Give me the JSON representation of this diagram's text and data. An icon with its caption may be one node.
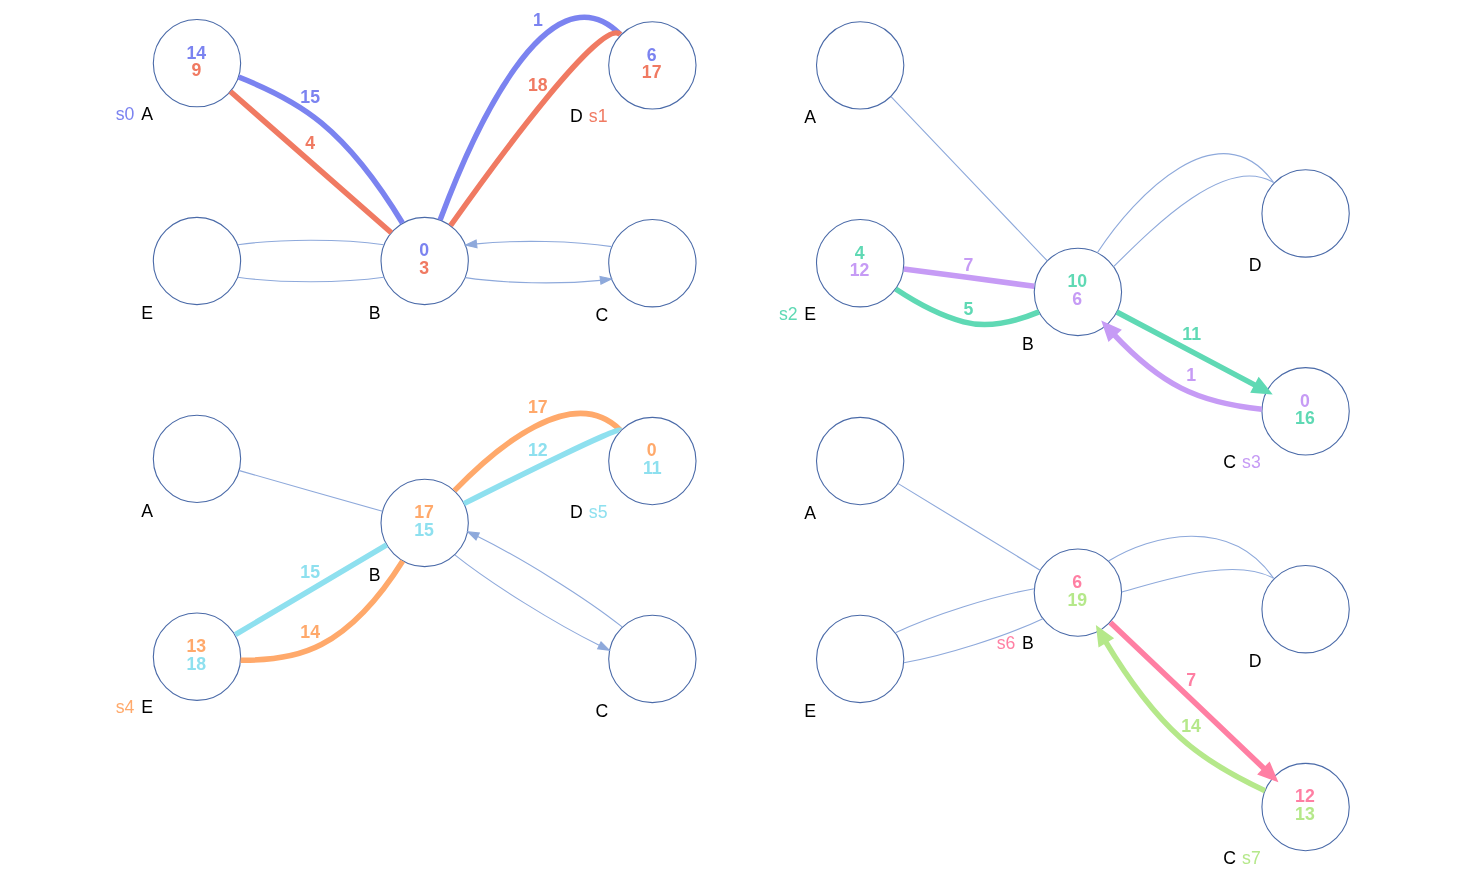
{
  "diagram": {
    "nodes": [
      {
        "text": [
          "14",
          "9"
        ],
        "beside": [
          "s0",
          "A"
        ]
      },
      {
        "text": [
          "0",
          "3"
        ],
        "beside": [
          "B"
        ]
      },
      {
        "text": [
          "6",
          "17"
        ],
        "beside": [
          "D",
          "s1"
        ]
      },
      {
        "text": [],
        "shape": "circle",
        "beside": [
          "E"
        ]
      },
      {
        "text": [],
        "shape": "circle",
        "beside": [
          "C"
        ]
      },
      {
        "text": [],
        "shape": "circle",
        "beside": [
          "A"
        ]
      },
      {
        "text": [
          "10",
          "6"
        ],
        "beside": [
          "B"
        ]
      },
      {
        "text": [],
        "shape": "circle",
        "beside": [
          "D"
        ]
      },
      {
        "text": [
          "4",
          "12"
        ],
        "beside": [
          "s2",
          "E"
        ]
      },
      {
        "text": [
          "0",
          "16"
        ],
        "beside": [
          "C",
          "s3"
        ]
      },
      {
        "text": [],
        "shape": "circle",
        "beside": [
          "A"
        ]
      },
      {
        "text": [
          "17",
          "15"
        ],
        "beside": [
          "B"
        ]
      },
      {
        "text": [
          "0",
          "11"
        ],
        "beside": [
          "D",
          "s5"
        ]
      },
      {
        "text": [
          "13",
          "18"
        ],
        "beside": [
          "s4",
          "E"
        ]
      },
      {
        "text": [],
        "shape": "circle",
        "beside": [
          "C"
        ]
      },
      {
        "text": [],
        "shape": "circle",
        "beside": [
          "A"
        ]
      },
      {
        "text": [
          "6",
          "19"
        ],
        "beside": [
          "s6",
          "B"
        ]
      },
      {
        "text": [],
        "shape": "circle",
        "beside": [
          "D"
        ]
      },
      {
        "text": [],
        "shape": "circle",
        "beside": [
          "E"
        ]
      },
      {
        "text": [
          "12",
          "13"
        ],
        "beside": [
          "C",
          "s7"
        ]
      }
    ],
    "edges": [
      {
        "from": 0,
        "to": 1,
        "arrow": "none",
        "label": "15",
        "style": "thick",
        "color": "#7b83f0"
      },
      {
        "from": 0,
        "to": 1,
        "arrow": "none",
        "label": "4",
        "style": "thick",
        "color": "#f07a62"
      },
      {
        "from": 3,
        "to": 1,
        "arrow": "none"
      },
      {
        "from": 3,
        "to": 1,
        "arrow": "none"
      },
      {
        "from": 1,
        "to": 2,
        "arrow": "none",
        "label": "1",
        "style": "thick",
        "color": "#7b83f0"
      },
      {
        "from": 1,
        "to": 2,
        "arrow": "none",
        "label": "18",
        "style": "thick",
        "color": "#f07a62"
      },
      {
        "from": 1,
        "to": 4,
        "arrow": "to"
      },
      {
        "from": 4,
        "to": 1,
        "arrow": "to"
      },
      {
        "from": 5,
        "to": 6,
        "arrow": "none"
      },
      {
        "from": 8,
        "to": 6,
        "arrow": "none",
        "label": "5",
        "style": "thick",
        "color": "#5fd9b4"
      },
      {
        "from": 8,
        "to": 6,
        "arrow": "none",
        "label": "7",
        "style": "thick",
        "color": "#c69bf5"
      },
      {
        "from": 6,
        "to": 7,
        "arrow": "none"
      },
      {
        "from": 6,
        "to": 7,
        "arrow": "none"
      },
      {
        "from": 6,
        "to": 9,
        "arrow": "to",
        "label": "11",
        "style": "thick",
        "color": "#5fd9b4"
      },
      {
        "from": 9,
        "to": 6,
        "arrow": "to",
        "label": "1",
        "style": "thick",
        "color": "#c69bf5"
      },
      {
        "from": 10,
        "to": 11,
        "arrow": "none"
      },
      {
        "from": 13,
        "to": 11,
        "arrow": "none",
        "label": "14",
        "style": "thick",
        "color": "#ffa96b"
      },
      {
        "from": 13,
        "to": 11,
        "arrow": "none",
        "label": "15",
        "style": "thick",
        "color": "#8ee0ef"
      },
      {
        "from": 11,
        "to": 12,
        "arrow": "none",
        "label": "17",
        "style": "thick",
        "color": "#ffa96b"
      },
      {
        "from": 11,
        "to": 12,
        "arrow": "none",
        "label": "12",
        "style": "thick",
        "color": "#8ee0ef"
      },
      {
        "from": 11,
        "to": 14,
        "arrow": "to"
      },
      {
        "from": 14,
        "to": 11,
        "arrow": "to"
      },
      {
        "from": 15,
        "to": 16,
        "arrow": "none"
      },
      {
        "from": 18,
        "to": 16,
        "arrow": "none"
      },
      {
        "from": 18,
        "to": 16,
        "arrow": "none"
      },
      {
        "from": 16,
        "to": 17,
        "arrow": "none"
      },
      {
        "from": 16,
        "to": 17,
        "arrow": "none"
      },
      {
        "from": 16,
        "to": 19,
        "arrow": "to",
        "label": "7",
        "style": "thick",
        "color": "#ff7fa3"
      },
      {
        "from": 19,
        "to": 16,
        "arrow": "to",
        "label": "14",
        "style": "thick",
        "color": "#b5e88a"
      }
    ]
  }
}
